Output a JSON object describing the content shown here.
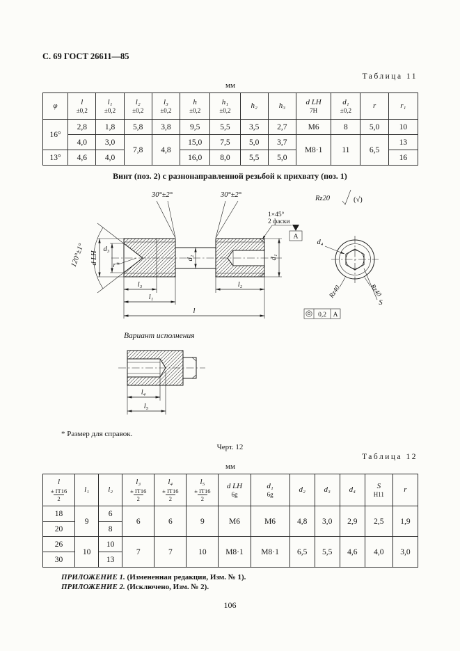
{
  "page": {
    "header": "С. 69 ГОСТ 26611—85",
    "number": "106"
  },
  "table11": {
    "caption": "Таблица 11",
    "unit": "мм",
    "head": {
      "phi": "φ",
      "l": {
        "t": "l",
        "tol": "±0,2"
      },
      "l1": {
        "t": "l₁",
        "tol": "±0,2"
      },
      "l2": {
        "t": "l₂",
        "tol": "±0,2"
      },
      "l3": {
        "t": "l₃",
        "tol": "±0,2"
      },
      "h": {
        "t": "h",
        "tol": "±0,2"
      },
      "h1": {
        "t": "h₁",
        "tol": "±0,2"
      },
      "h2": {
        "t": "h₂"
      },
      "h3": {
        "t": "h₃"
      },
      "dlh": {
        "t": "d LH",
        "tol": "7Н"
      },
      "d1": {
        "t": "d₁",
        "tol": "±0,2"
      },
      "r": {
        "t": "r"
      },
      "r1": {
        "t": "r₁"
      }
    },
    "rows": {
      "r1": {
        "phi": "16°",
        "l": "2,8",
        "l1": "1,8",
        "l2": "5,8",
        "l3": "3,8",
        "h": "9,5",
        "h1": "5,5",
        "h2": "3,5",
        "h3": "2,7",
        "dlh": "М6",
        "d1": "8",
        "r": "5,0",
        "r1": "10"
      },
      "r2": {
        "l": "4,0",
        "l1": "3,0",
        "l2": "7,8",
        "l3": "4,8",
        "h": "15,0",
        "h1": "7,5",
        "h2": "5,0",
        "h3": "3,7",
        "dlh": "М8·1",
        "d1": "11",
        "r": "6,5",
        "r1": "13"
      },
      "r3": {
        "phi": "13°",
        "l": "4,6",
        "l1": "4,0",
        "h": "16,0",
        "h1": "8,0",
        "h2": "5,5",
        "h3": "5,0",
        "r1": "16"
      }
    }
  },
  "figure": {
    "title": "Винт (поз. 2) с разнонаправленной резьбой к прихвату (поз. 1)",
    "caption": "Черт. 12",
    "footnote": "* Размер для справок.",
    "variant_label": "Вариант исполнения",
    "labels": {
      "angle_left": "30°±2°",
      "angle_right": "30°±2°",
      "rz20": "Rz20",
      "rz20_all": "(√)",
      "chamfer_size": "1×45°",
      "chamfer_count": "2 фаски",
      "angle_cone": "120°±1°",
      "dlh": "d LH",
      "d3": "d₃",
      "r_star": "r*",
      "d2": "d₂",
      "d1": "d₁",
      "d4": "d₄",
      "s": "S",
      "l3": "l₃",
      "l1": "l₁",
      "l2": "l₂",
      "l": "l",
      "l4": "l₄",
      "l5": "l₅",
      "rz40_left": "Rz40",
      "rz40_right": "Rz40",
      "datum_tol": "0,2",
      "datum_ref": "А",
      "datum_flag": "А"
    }
  },
  "table12": {
    "caption": "Таблица 12",
    "unit": "мм",
    "head": {
      "l": {
        "t": "l",
        "num": "± IT16",
        "den": "2"
      },
      "l1": {
        "t": "l₁"
      },
      "l2": {
        "t": "l₂"
      },
      "l3": {
        "t": "l₃",
        "num": "± IT16",
        "den": "2"
      },
      "l4": {
        "t": "l₄",
        "num": "± IT16",
        "den": "2"
      },
      "l5": {
        "t": "l₅",
        "num": "± IT16",
        "den": "2"
      },
      "dlh": {
        "t": "d LH",
        "tol": "6g"
      },
      "d1": {
        "t": "d₁",
        "tol": "6g"
      },
      "d2": {
        "t": "d₂"
      },
      "d3": {
        "t": "d₃"
      },
      "d4": {
        "t": "d₄"
      },
      "s": {
        "t": "S",
        "tol": "Н11"
      },
      "r": {
        "t": "r"
      }
    },
    "rows": {
      "r1": {
        "l": "18",
        "l1": "9",
        "l2": "6",
        "l3": "6",
        "l4": "6",
        "l5": "9",
        "dlh": "М6",
        "d1": "М6",
        "d2": "4,8",
        "d3": "3,0",
        "d4": "2,9",
        "s": "2,5",
        "r": "1,9"
      },
      "r2": {
        "l": "20",
        "l2": "8"
      },
      "r3": {
        "l": "26",
        "l1": "10",
        "l2": "10",
        "l3": "7",
        "l4": "7",
        "l5": "10",
        "dlh": "М8·1",
        "d1": "М8·1",
        "d2": "6,5",
        "d3": "5,5",
        "d4": "4,6",
        "s": "4,0",
        "r": "3,0"
      },
      "r4": {
        "l": "30",
        "l2": "13"
      }
    }
  },
  "appendix": {
    "a1_label": "ПРИЛОЖЕНИЕ 1.",
    "a1_text": "(Измененная редакция, Изм. № 1).",
    "a2_label": "ПРИЛОЖЕНИЕ 2.",
    "a2_text": "(Исключено, Изм. № 2)."
  }
}
